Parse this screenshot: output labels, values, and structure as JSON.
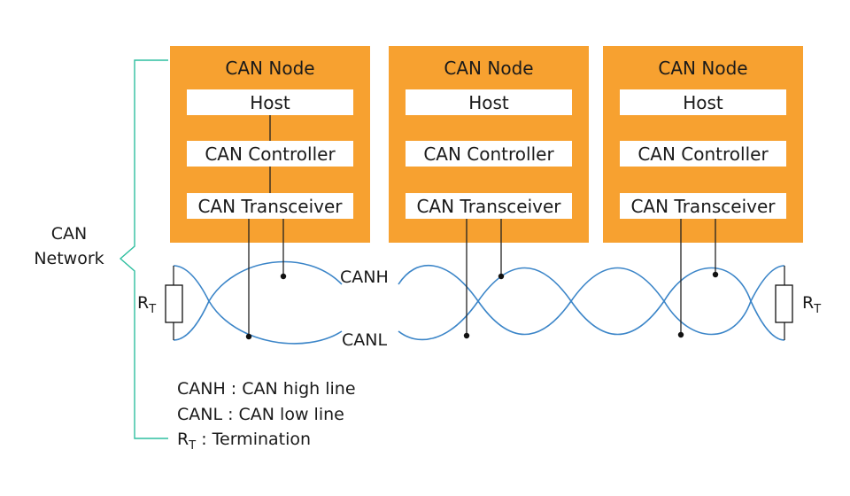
{
  "nodes": [
    {
      "title": "CAN Node",
      "host": "Host",
      "controller": "CAN Controller",
      "transceiver": "CAN Transceiver"
    },
    {
      "title": "CAN Node",
      "host": "Host",
      "controller": "CAN Controller",
      "transceiver": "CAN Transceiver"
    },
    {
      "title": "CAN Node",
      "host": "Host",
      "controller": "CAN Controller",
      "transceiver": "CAN Transceiver"
    }
  ],
  "network_label": {
    "line1": "CAN",
    "line2": "Network"
  },
  "bus": {
    "high_label": "CANH",
    "low_label": "CANL"
  },
  "resistors": {
    "left": {
      "main": "R",
      "sub": "T"
    },
    "right": {
      "main": "R",
      "sub": "T"
    }
  },
  "legend": {
    "canh": "CANH : CAN high line",
    "canl": "CANL : CAN low line",
    "rt_main": "R",
    "rt_sub": "T",
    "rt_text": " : Termination"
  },
  "colors": {
    "node": "#f7a130",
    "wire": "#3b85c8",
    "brace": "#2fbfa0"
  }
}
